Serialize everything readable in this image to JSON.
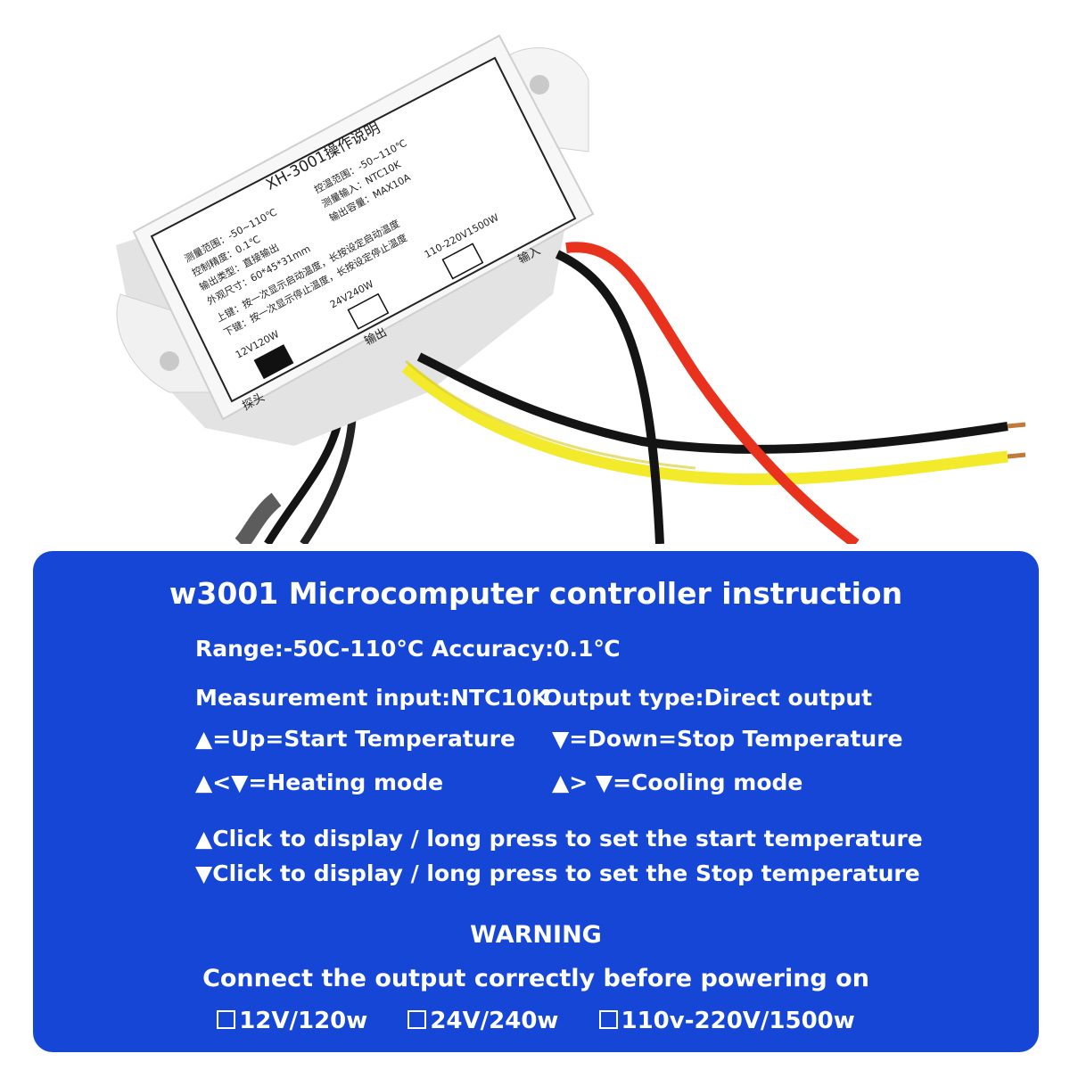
{
  "device_label": {
    "title": "XH-3001操作说明",
    "specs": [
      "测量范围：-50~110℃",
      "控制精度：0.1℃",
      "输出类型：直接输出",
      "外观尺寸：60*45*31mm",
      "控温范围：-50~110℃",
      "测量输入：NTC10K",
      "输出容量：MAX10A"
    ],
    "up_key": "上键：按一次显示启动温度，长按设定启动温度",
    "down_key": "下键：按一次显示停止温度，长按设定停止温度",
    "out_12v": "12V120W",
    "out_24v": "24V240W",
    "out_220v": "110-220V1500W",
    "probe": "探头",
    "output": "输出",
    "input": "输入"
  },
  "instructions": {
    "title": "w3001 Microcomputer controller instruction",
    "range": "Range:-50C-110°C Accuracy:0.1℃",
    "measurement": "Measurement input:NTC10K",
    "output_type": "Output type:Direct output",
    "up": "▲=Up=Start Temperature",
    "down": "▼=Down=Stop Temperature",
    "heating": "▲<▼=Heating mode",
    "cooling": "▲> ▼=Cooling mode",
    "click_up": "▲Click to display / long press to set the start temperature",
    "click_down": "▼Click to display / long press to set the Stop temperature",
    "warning": "WARNING",
    "warning_text": "Connect the output correctly before powering on",
    "options": [
      "12V/120w",
      "24V/240w",
      "110v-220V/1500w"
    ]
  },
  "colors": {
    "panel": "#1646d6",
    "wire_red": "#e8321e",
    "wire_yellow": "#f2ea2a",
    "wire_black": "#141414"
  }
}
